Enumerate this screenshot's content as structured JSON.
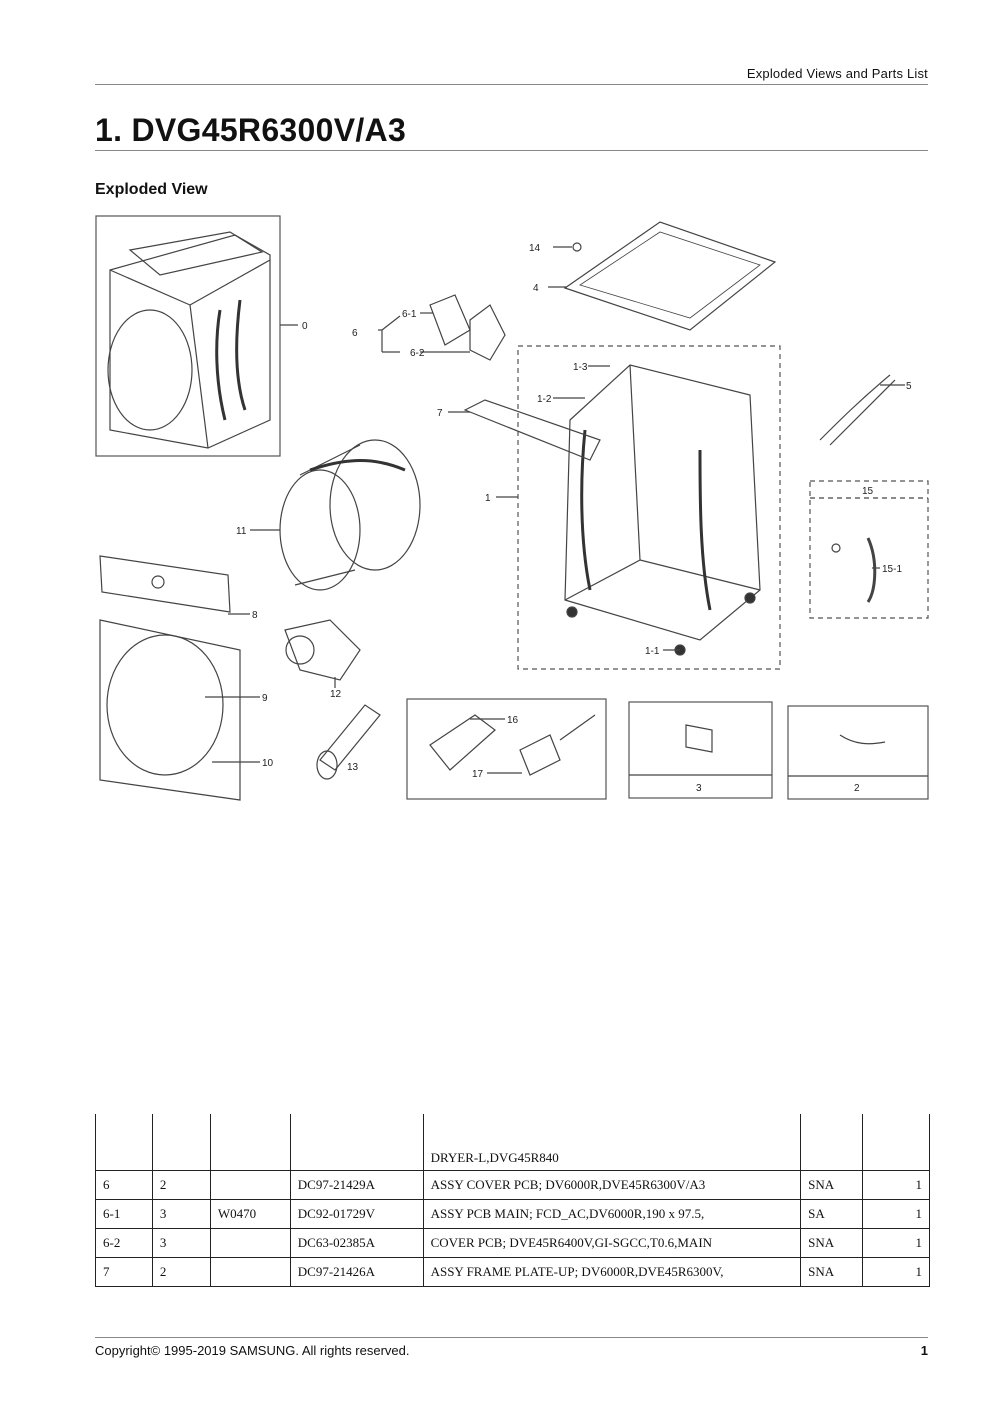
{
  "header": {
    "section": "Exploded Views and Parts List"
  },
  "title": "1.  DVG45R6300V/A3",
  "subtitle": "Exploded View",
  "callouts": {
    "c0": "0",
    "c1": "1",
    "c1_1": "1-1",
    "c1_2": "1-2",
    "c1_3": "1-3",
    "c2": "2",
    "c3": "3",
    "c4": "4",
    "c5": "5",
    "c6": "6",
    "c6_1": "6-1",
    "c6_2": "6-2",
    "c7": "7",
    "c8": "8",
    "c9": "9",
    "c10": "10",
    "c11": "11",
    "c12": "12",
    "c13": "13",
    "c14": "14",
    "c15": "15",
    "c15_1": "15-1",
    "c16": "16",
    "c17": "17"
  },
  "parts_table": {
    "continued_description": "DRYER-L,DVG45R840",
    "rows": [
      {
        "loc": "6",
        "level": "2",
        "sec": "",
        "code": "DC97-21429A",
        "description": "ASSY COVER PCB; DV6000R,DVE45R6300V/A3",
        "status": "SNA",
        "qty": "1"
      },
      {
        "loc": "6-1",
        "level": "3",
        "sec": "W0470",
        "code": "DC92-01729V",
        "description": "ASSY PCB MAIN; FCD_AC,DV6000R,190 x 97.5,",
        "status": "SA",
        "qty": "1"
      },
      {
        "loc": "6-2",
        "level": "3",
        "sec": "",
        "code": "DC63-02385A",
        "description": "COVER PCB; DVE45R6400V,GI-SGCC,T0.6,MAIN",
        "status": "SNA",
        "qty": "1"
      },
      {
        "loc": "7",
        "level": "2",
        "sec": "",
        "code": "DC97-21426A",
        "description": "ASSY FRAME PLATE-UP; DV6000R,DVE45R6300V,",
        "status": "SNA",
        "qty": "1"
      }
    ]
  },
  "footer": {
    "copyright": "Copyright© 1995-2019 SAMSUNG. All rights reserved.",
    "page": "1"
  }
}
